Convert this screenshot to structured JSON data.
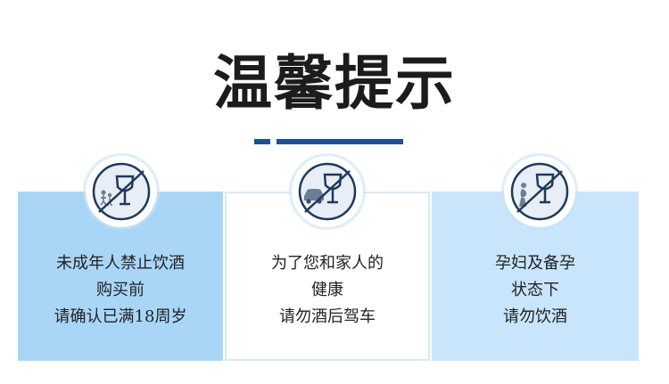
{
  "title": "温馨提示",
  "colors": {
    "accent": "#1e4f8f",
    "panel_left": "#a9d6f7",
    "panel_right": "#c9e5fb",
    "icon_stroke": "#1e3a5c"
  },
  "cards": [
    {
      "icon": "no-drinking-minors-icon",
      "lines": [
        "未成年人禁止饮酒",
        "购买前",
        "请确认已满18周岁"
      ]
    },
    {
      "icon": "no-drink-driving-icon",
      "lines": [
        "为了您和家人的",
        "健康",
        "请勿酒后驾车"
      ]
    },
    {
      "icon": "no-drinking-pregnancy-icon",
      "lines": [
        "孕妇及备孕",
        "状态下",
        "请勿饮酒"
      ]
    }
  ]
}
